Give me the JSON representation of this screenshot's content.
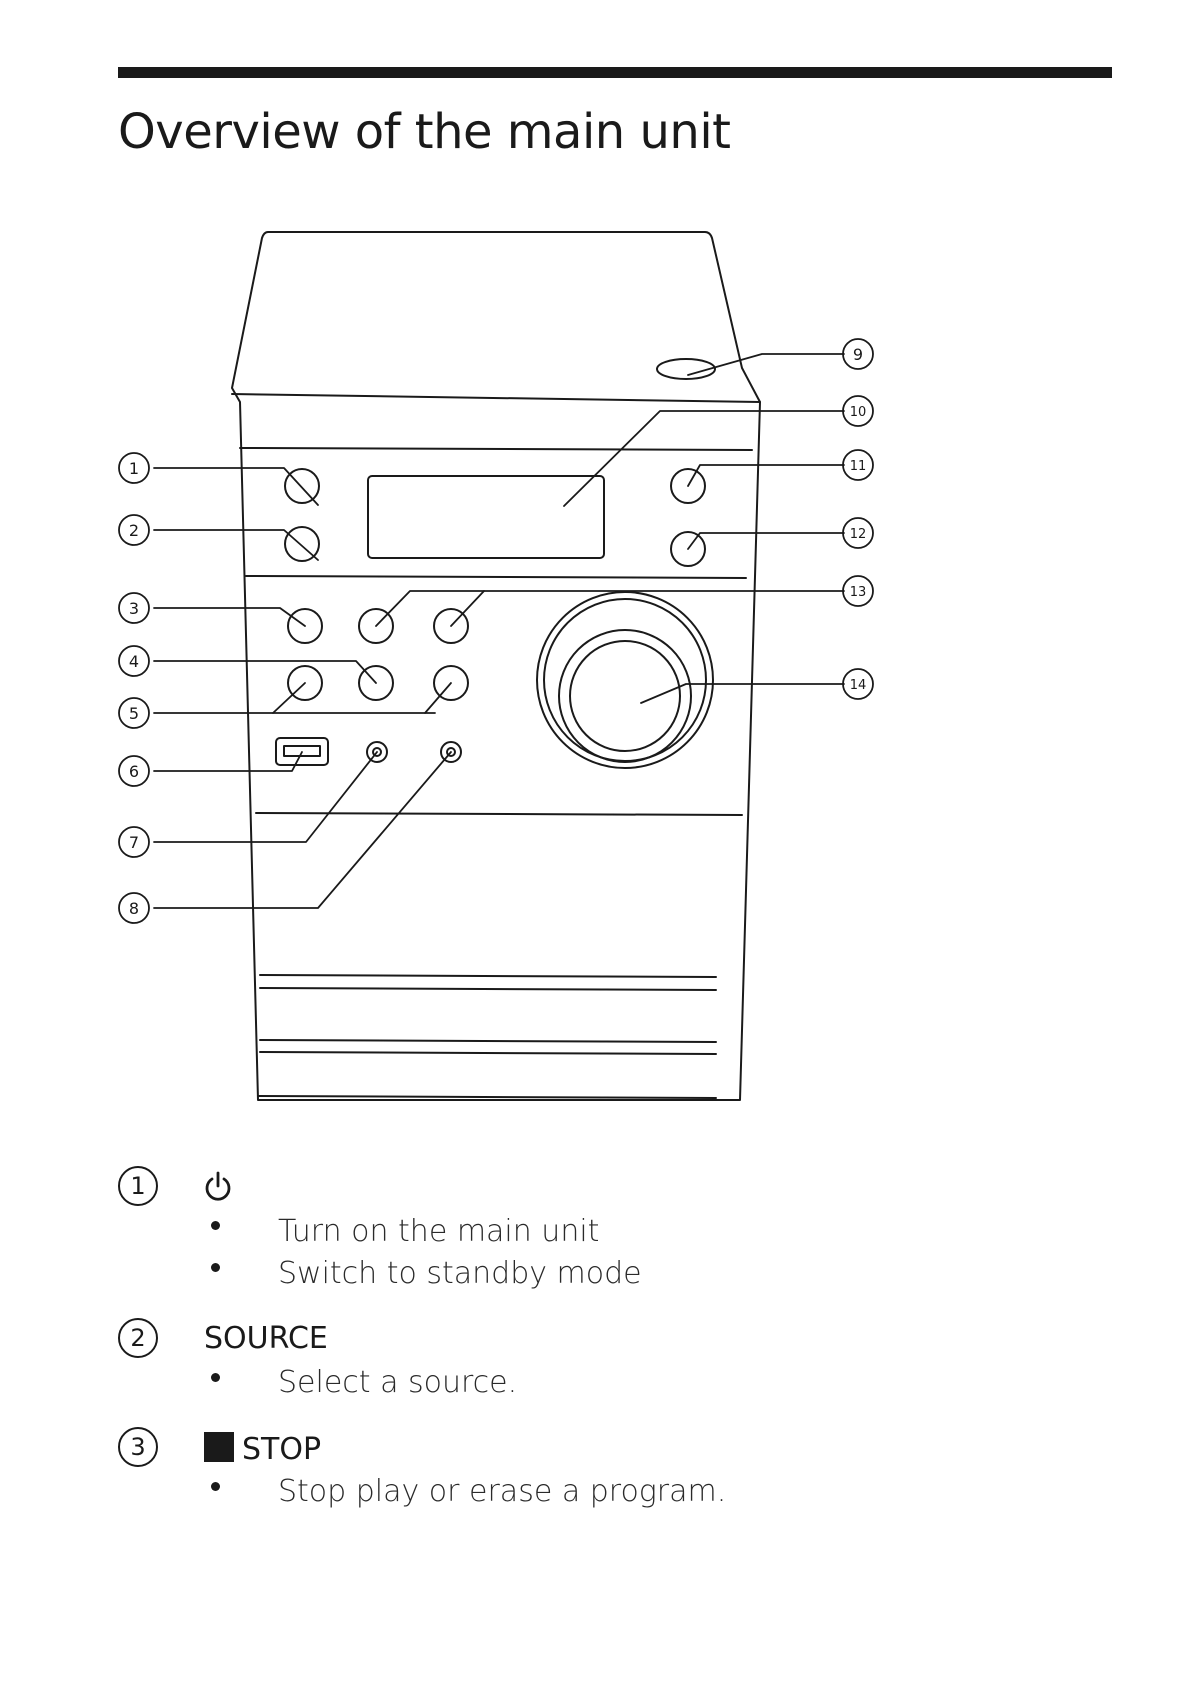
{
  "page": {
    "title": "Overview of the main unit"
  },
  "diagram": {
    "callout_numbers": [
      "1",
      "2",
      "3",
      "4",
      "5",
      "6",
      "7",
      "8",
      "9",
      "10",
      "11",
      "12",
      "13",
      "14"
    ]
  },
  "items": [
    {
      "number": "1",
      "label": "",
      "icon": "power-icon",
      "bullets": [
        "Turn on the main unit",
        "Switch to standby mode"
      ]
    },
    {
      "number": "2",
      "label": "SOURCE",
      "icon": "",
      "bullets": [
        "Select a source."
      ]
    },
    {
      "number": "3",
      "label": "STOP",
      "icon": "stop-square-icon",
      "bullets": [
        "Stop play or erase a program."
      ]
    }
  ],
  "colors": {
    "ink": "#1a1a1a",
    "background": "#ffffff"
  }
}
